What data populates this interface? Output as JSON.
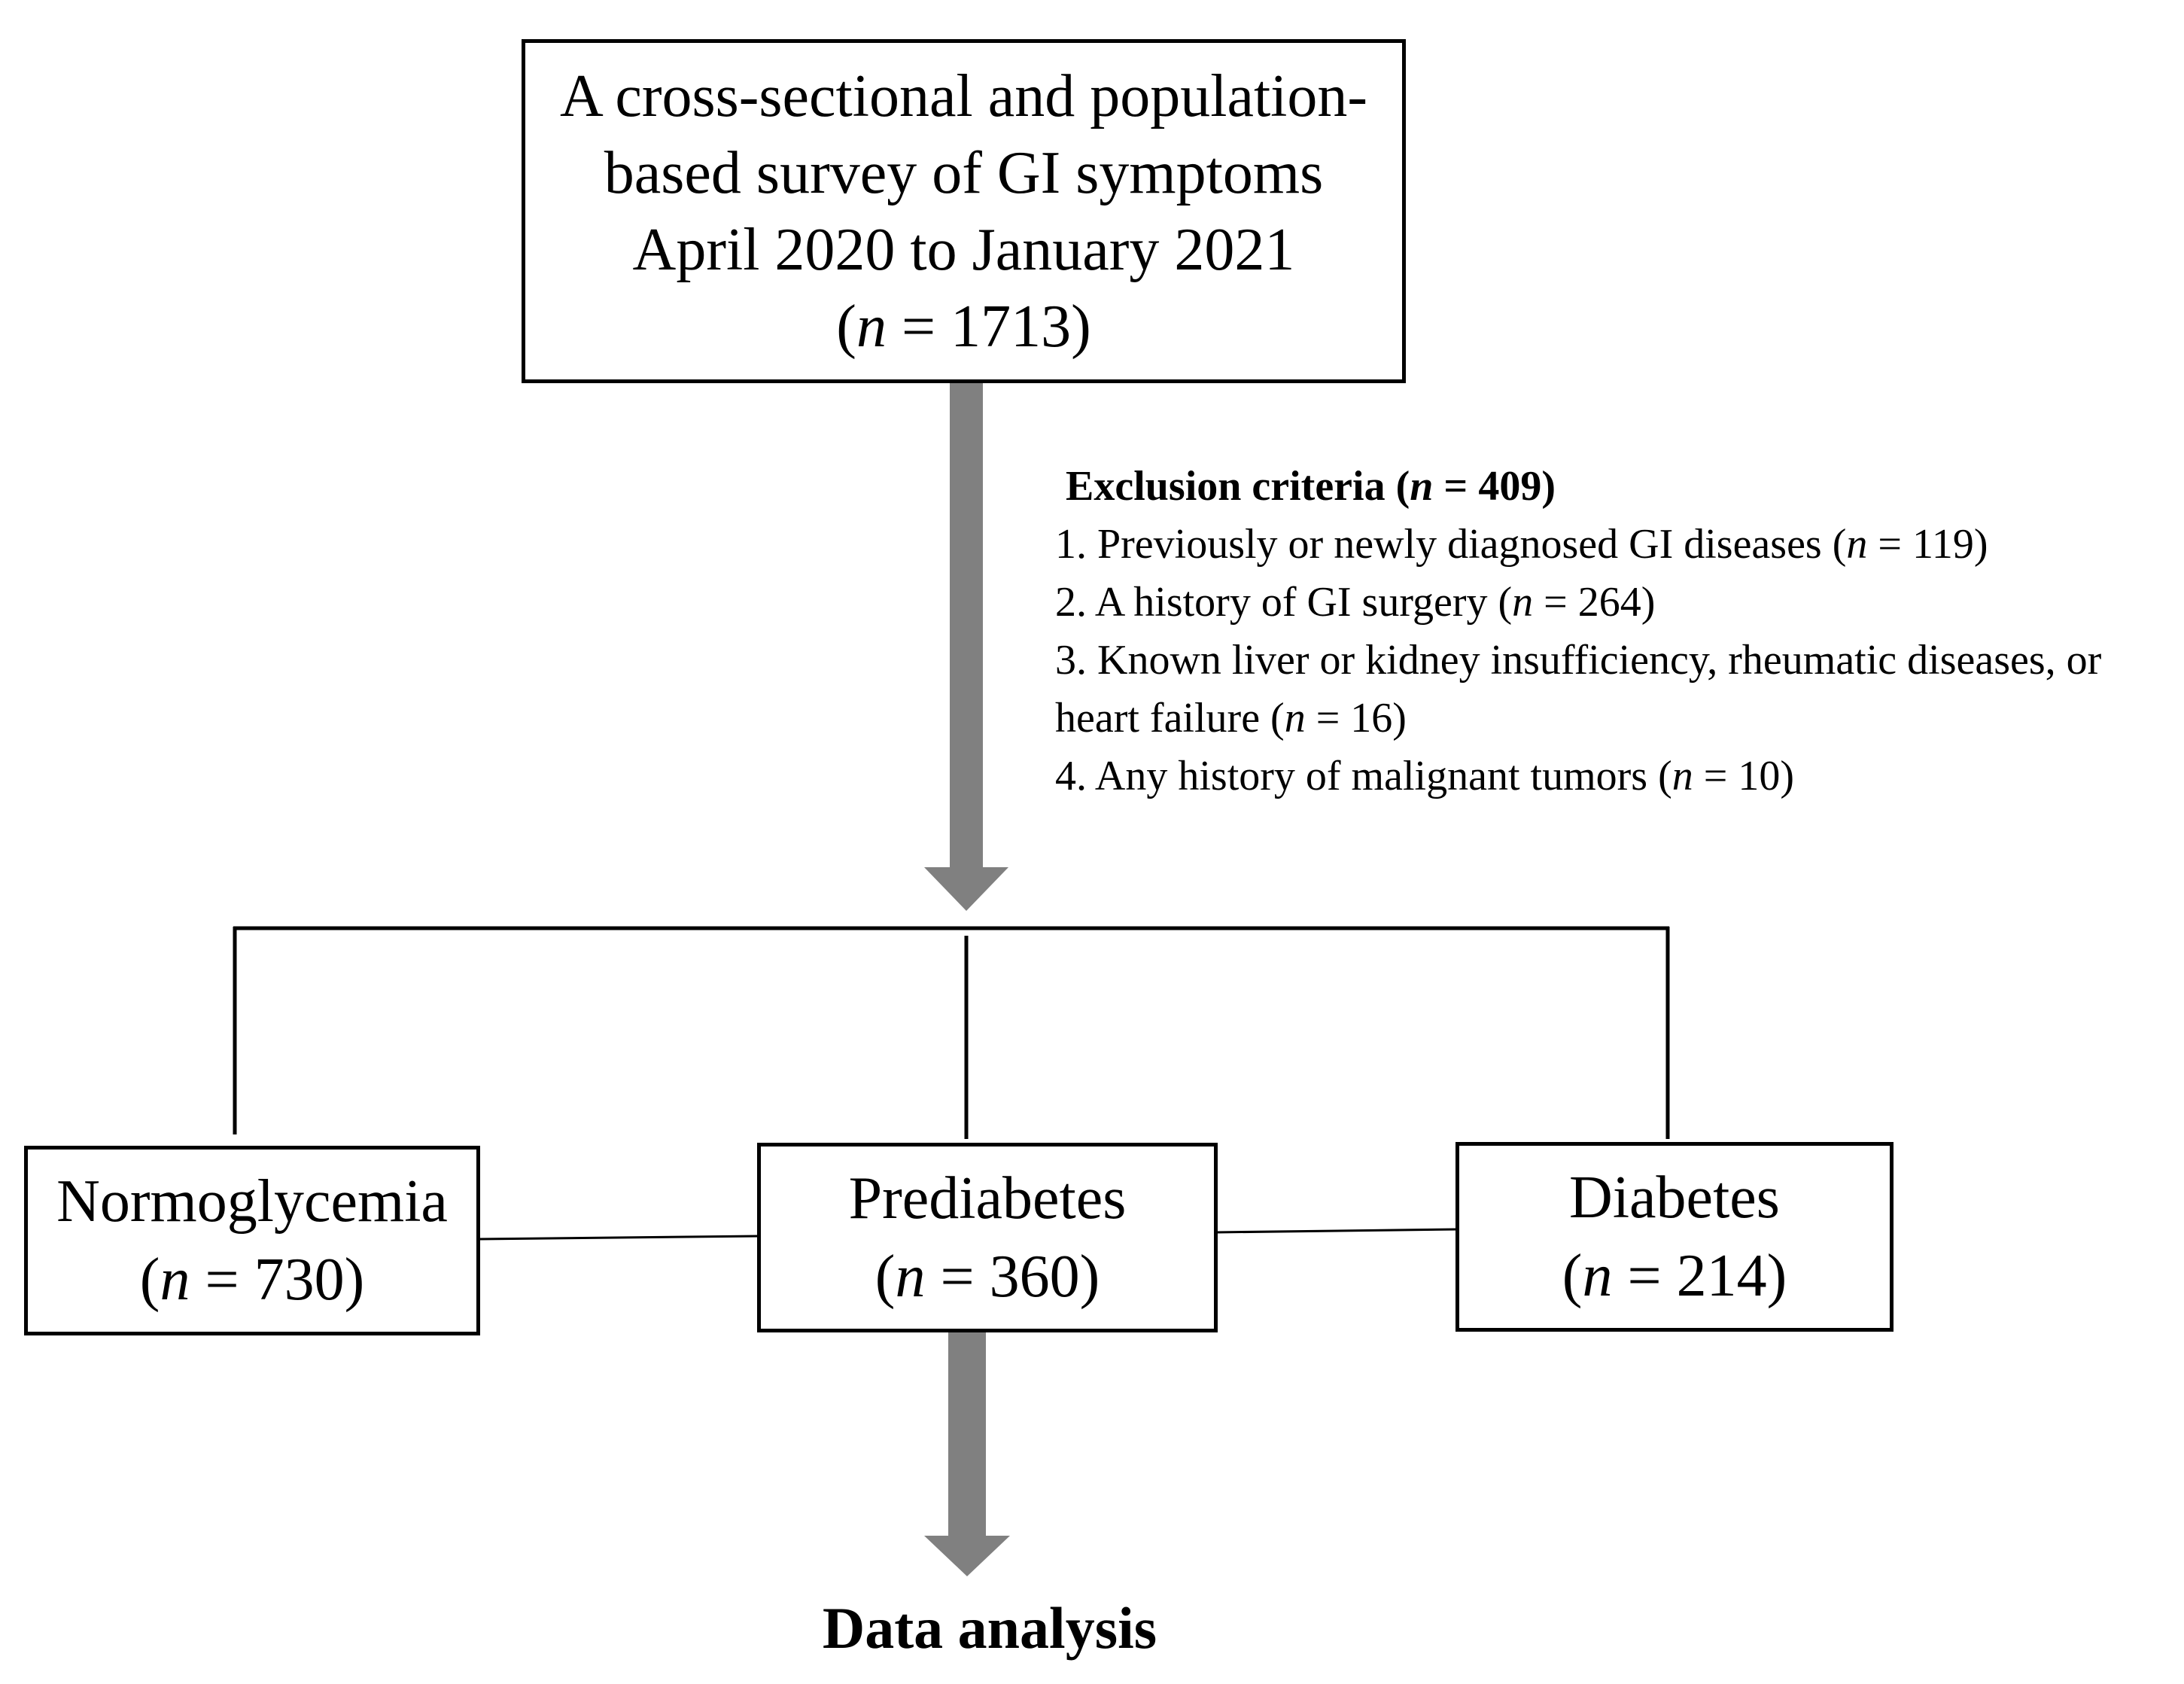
{
  "top_box": {
    "lines": [
      "A cross-sectional and population-",
      "based survey of GI symptoms",
      "April 2020 to January 2021"
    ],
    "n_value": "1713"
  },
  "exclusion": {
    "heading_text": "Exclusion criteria (",
    "heading_n": "409",
    "items": [
      {
        "text": "1. Previously or newly diagnosed GI diseases (",
        "n": "119",
        "close": ")"
      },
      {
        "text": "2. A history of GI surgery  (",
        "n": "264",
        "close": ")"
      },
      {
        "text": "3. Known liver or  kidney insufficiency, rheumatic diseases,  or",
        "n": null,
        "close": ""
      },
      {
        "text": "heart failure (",
        "n": "16",
        "close": ")"
      },
      {
        "text": "4. Any history of  malignant tumors (",
        "n": "10",
        "close": ")"
      }
    ]
  },
  "groups": {
    "normoglycemia": {
      "label": "Normoglycemia",
      "n_value": "730"
    },
    "prediabetes": {
      "label": "Prediabetes",
      "n_value": "360"
    },
    "diabetes": {
      "label": "Diabetes",
      "n_value": "214"
    }
  },
  "n_symbol": "n",
  "outcome": "Data analysis",
  "colors": {
    "arrow": "#808080",
    "line": "#000000",
    "border": "#000000"
  }
}
